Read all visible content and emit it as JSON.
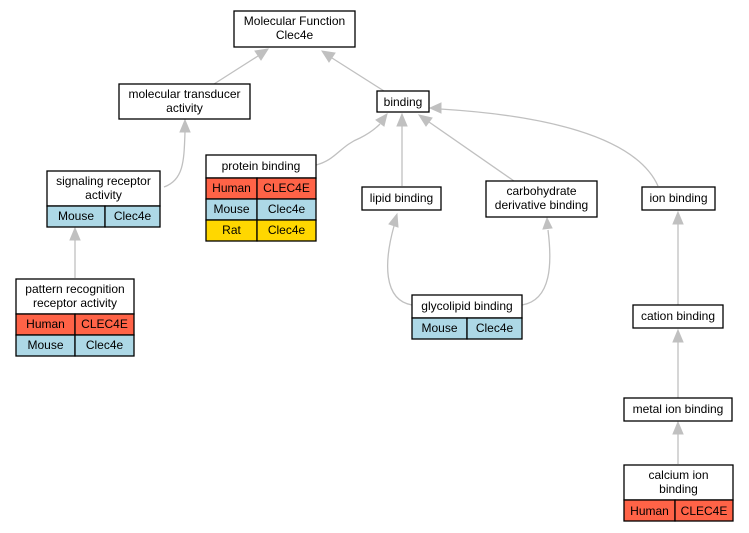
{
  "colors": {
    "human": "#ff6347",
    "mouse": "#add8e6",
    "rat": "#ffd700",
    "edge": "#c0c0c0"
  },
  "nodes": {
    "root": {
      "line1": "Molecular Function",
      "line2": "Clec4e"
    },
    "transducer": {
      "line1": "molecular transducer",
      "line2": "activity"
    },
    "binding": {
      "label": "binding"
    },
    "signaling": {
      "line1": "signaling receptor",
      "line2": "activity",
      "rows": [
        {
          "species": "Mouse",
          "gene": "Clec4e"
        }
      ]
    },
    "protein": {
      "label": "protein binding",
      "rows": [
        {
          "species": "Human",
          "gene": "CLEC4E"
        },
        {
          "species": "Mouse",
          "gene": "Clec4e"
        },
        {
          "species": "Rat",
          "gene": "Clec4e"
        }
      ]
    },
    "lipid": {
      "label": "lipid binding"
    },
    "carbohydrate": {
      "line1": "carbohydrate",
      "line2": "derivative binding"
    },
    "ion": {
      "label": "ion binding"
    },
    "pattern": {
      "line1": "pattern recognition",
      "line2": "receptor activity",
      "rows": [
        {
          "species": "Human",
          "gene": "CLEC4E"
        },
        {
          "species": "Mouse",
          "gene": "Clec4e"
        }
      ]
    },
    "glycolipid": {
      "label": "glycolipid binding",
      "rows": [
        {
          "species": "Mouse",
          "gene": "Clec4e"
        }
      ]
    },
    "cation": {
      "label": "cation binding"
    },
    "metal": {
      "label": "metal ion binding"
    },
    "calcium": {
      "line1": "calcium ion",
      "line2": "binding",
      "rows": [
        {
          "species": "Human",
          "gene": "CLEC4E"
        }
      ]
    }
  }
}
